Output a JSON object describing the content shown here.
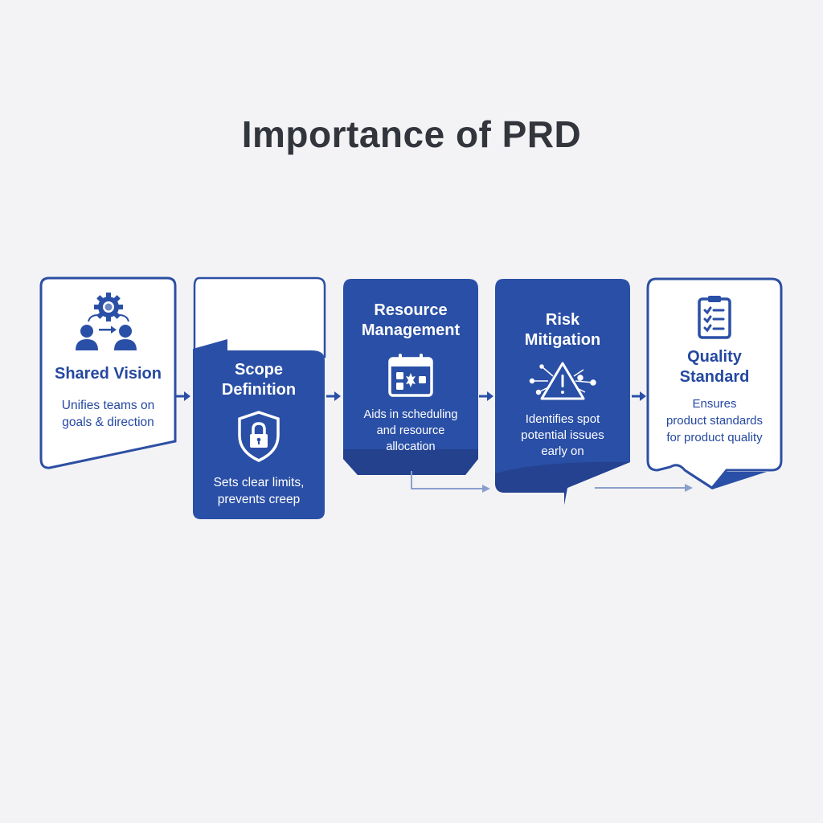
{
  "title": "Importance of PRD",
  "colors": {
    "background": "#f3f3f6",
    "primary_blue": "#2a4fa6",
    "dark_blue": "#223f8a",
    "title_text": "#33353d",
    "connector": "#8a9fcc"
  },
  "steps": [
    {
      "title": "Shared Vision",
      "description_lines": [
        "Unifies teams on",
        "goals & direction"
      ],
      "icon": "team-collaboration-gear-icon",
      "style": "white"
    },
    {
      "title_lines": [
        "Scope",
        "Definition"
      ],
      "description_lines": [
        "Sets clear limits,",
        "prevents creep"
      ],
      "icon": "shield-lock-icon",
      "style": "blue"
    },
    {
      "title_lines": [
        "Resource",
        "Management"
      ],
      "description_lines": [
        "Aids in scheduling",
        "and resource",
        "allocation"
      ],
      "icon": "calendar-icon",
      "style": "blue"
    },
    {
      "title_lines": [
        "Risk",
        "Mitigation"
      ],
      "description_lines": [
        "Identifies spot",
        "potential issues",
        "early on"
      ],
      "icon": "warning-triangle-icon",
      "style": "blue"
    },
    {
      "title_lines": [
        "Quality",
        "Standard"
      ],
      "description_lines": [
        "Ensures",
        "product standards",
        "for product quality"
      ],
      "icon": "clipboard-checklist-icon",
      "style": "white"
    }
  ]
}
